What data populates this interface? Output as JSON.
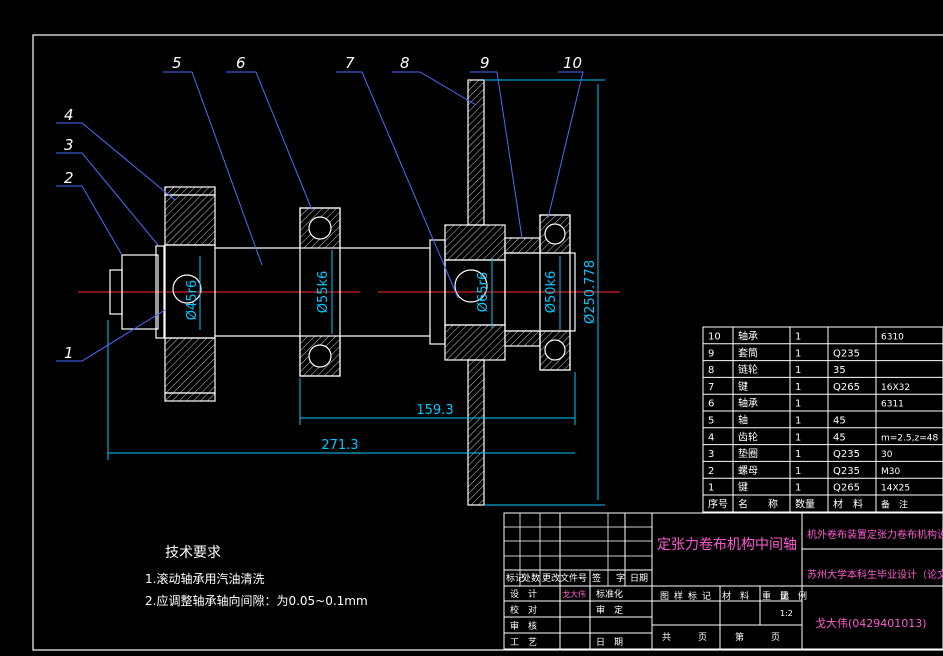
{
  "part_labels": [
    "1",
    "2",
    "3",
    "4",
    "5",
    "6",
    "7",
    "8",
    "9",
    "10"
  ],
  "dimensions": {
    "d1": "Ø45r6",
    "d2": "Ø55k6",
    "d3": "Ø65r6",
    "d4": "Ø50k6",
    "d5": "Ø250.778",
    "len_short": "159.3",
    "len_long": "271.3"
  },
  "bom": {
    "rows": [
      {
        "no": "10",
        "name": "轴承",
        "qty": "1",
        "mat": "",
        "note": "6310"
      },
      {
        "no": "9",
        "name": "套筒",
        "qty": "1",
        "mat": "Q235",
        "note": ""
      },
      {
        "no": "8",
        "name": "链轮",
        "qty": "1",
        "mat": "35",
        "note": ""
      },
      {
        "no": "7",
        "name": "键",
        "qty": "1",
        "mat": "Q265",
        "note": "16X32"
      },
      {
        "no": "6",
        "name": "轴承",
        "qty": "1",
        "mat": "",
        "note": "6311"
      },
      {
        "no": "5",
        "name": "轴",
        "qty": "1",
        "mat": "45",
        "note": ""
      },
      {
        "no": "4",
        "name": "齿轮",
        "qty": "1",
        "mat": "45",
        "note": "m=2.5,z=48"
      },
      {
        "no": "3",
        "name": "垫圈",
        "qty": "1",
        "mat": "Q235",
        "note": "30"
      },
      {
        "no": "2",
        "name": "螺母",
        "qty": "1",
        "mat": "Q235",
        "note": "M30"
      },
      {
        "no": "1",
        "name": "键",
        "qty": "1",
        "mat": "Q265",
        "note": "14X25"
      }
    ],
    "header": {
      "no": "序号",
      "name": "名　　称",
      "qty": "数量",
      "mat": "材　料",
      "note": "备　注"
    }
  },
  "title_block": {
    "drawing_title": "定张力卷布机构中间轴",
    "project": "机外卷布装置定张力卷布机构设计",
    "school": "苏州大学本科生毕业设计（论文）",
    "author": "戈大伟(0429401013)",
    "rev_row": [
      "标记",
      "处数",
      "更改文件号",
      "签",
      "字",
      "日期"
    ],
    "left_rows": [
      "设　计",
      "校　对",
      "审　核",
      "工　艺"
    ],
    "design_name": "戈大伟",
    "std_label": "标准化",
    "approve_label": "审　定",
    "date_label": "日　期",
    "stage_labels": [
      "图",
      "样",
      "标",
      "记"
    ],
    "mass_label": "重　量",
    "scale_label": "比　例",
    "material_label": "材　料",
    "scale_value": "1:2",
    "sheet_total": "共　　　页",
    "sheet_no": "第　　　页"
  },
  "notes": {
    "title": "技术要求",
    "lines": [
      "1.滚动轴承用汽油清洗",
      "2.应调整轴承轴向间隙：为0.05~0.1mm"
    ]
  }
}
